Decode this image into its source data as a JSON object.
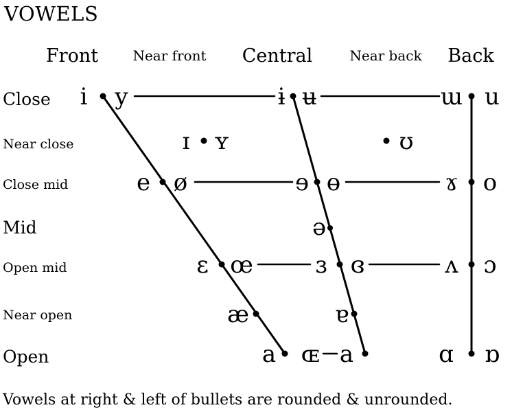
{
  "title": "VOWELS",
  "footnote": "Vowels at right & left of bullets are rounded & unrounded.",
  "columns": [
    {
      "label": "Front"
    },
    {
      "label": "Near front"
    },
    {
      "label": "Central"
    },
    {
      "label": "Near back"
    },
    {
      "label": "Back"
    }
  ],
  "rows": [
    {
      "label": "Close"
    },
    {
      "label": "Near close"
    },
    {
      "label": "Close mid"
    },
    {
      "label": "Mid"
    },
    {
      "label": "Open mid"
    },
    {
      "label": "Near open"
    },
    {
      "label": "Open"
    }
  ],
  "colors": {
    "ink": "#000000",
    "muted_vowel": "#b8b8b8"
  },
  "vowels": [
    {
      "symbol": "i",
      "name": "close-front-unrounded"
    },
    {
      "symbol": "y",
      "name": "close-front-rounded"
    },
    {
      "symbol": "ɨ",
      "name": "close-central-unrounded"
    },
    {
      "symbol": "ʉ",
      "name": "close-central-rounded"
    },
    {
      "symbol": "ɯ",
      "name": "close-back-unrounded"
    },
    {
      "symbol": "u",
      "name": "close-back-rounded"
    },
    {
      "symbol": "ɪ",
      "name": "near-close-front-unrounded"
    },
    {
      "symbol": "ʏ",
      "name": "near-close-front-rounded"
    },
    {
      "symbol": "ʊ",
      "name": "near-close-back-rounded"
    },
    {
      "symbol": "e",
      "name": "close-mid-front-unrounded"
    },
    {
      "symbol": "ø",
      "name": "close-mid-front-rounded"
    },
    {
      "symbol": "ɘ",
      "name": "close-mid-central-unrounded"
    },
    {
      "symbol": "ɵ",
      "name": "close-mid-central-rounded"
    },
    {
      "symbol": "ɤ",
      "name": "close-mid-back-unrounded"
    },
    {
      "symbol": "o",
      "name": "close-mid-back-rounded"
    },
    {
      "symbol": "ə",
      "name": "mid-central"
    },
    {
      "symbol": "ɛ",
      "name": "open-mid-front-unrounded"
    },
    {
      "symbol": "œ",
      "name": "open-mid-front-rounded"
    },
    {
      "symbol": "ɜ",
      "name": "open-mid-central-unrounded"
    },
    {
      "symbol": "ɞ",
      "name": "open-mid-central-rounded"
    },
    {
      "symbol": "ʌ",
      "name": "open-mid-back-unrounded"
    },
    {
      "symbol": "ɔ",
      "name": "open-mid-back-rounded"
    },
    {
      "symbol": "æ",
      "name": "near-open-front"
    },
    {
      "symbol": "ɐ",
      "name": "near-open-central"
    },
    {
      "symbol": "a",
      "name": "open-front-unrounded"
    },
    {
      "symbol": "ɶ",
      "name": "open-front-rounded"
    },
    {
      "symbol": "a",
      "name": "open-central-alternate",
      "muted": true
    },
    {
      "symbol": "ɑ",
      "name": "open-back-unrounded"
    },
    {
      "symbol": "ɒ",
      "name": "open-back-rounded"
    }
  ]
}
